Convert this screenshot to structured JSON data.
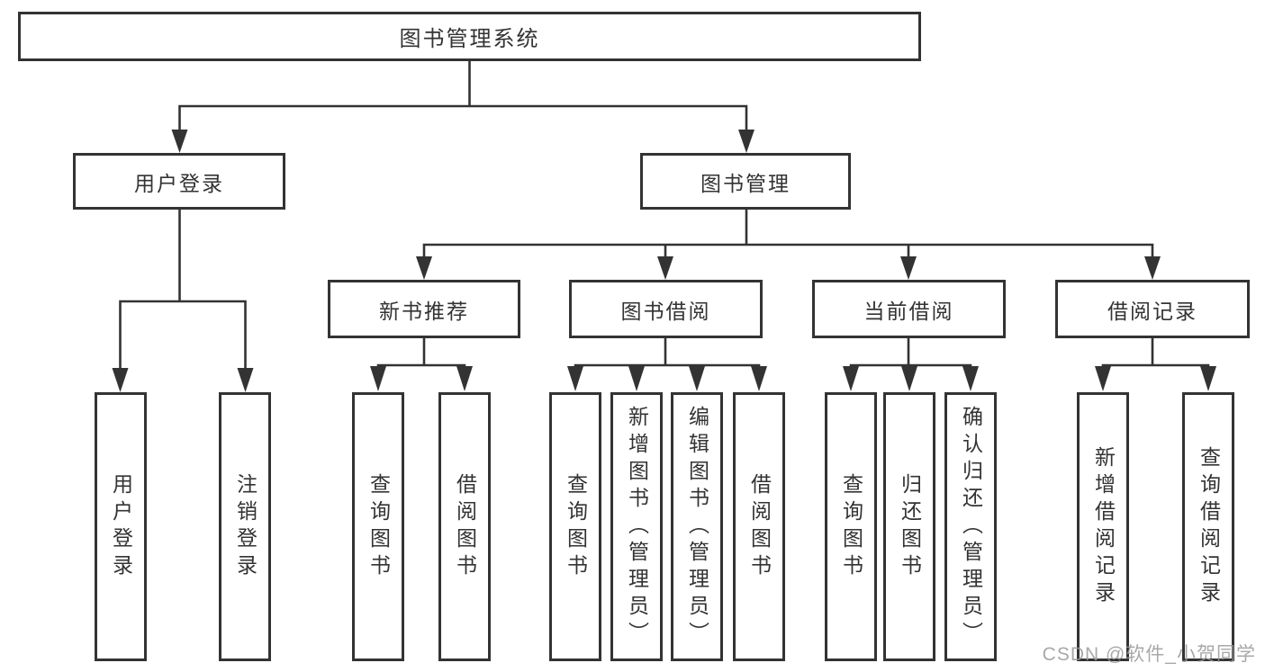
{
  "diagram": {
    "root": {
      "label": "图书管理系统"
    },
    "level2": [
      {
        "id": "user-login",
        "label": "用户登录",
        "children": [
          {
            "label": "用户登录"
          },
          {
            "label": "注销登录"
          }
        ]
      },
      {
        "id": "book-management",
        "label": "图书管理",
        "children": [
          {
            "id": "new-book-recommendation",
            "label": "新书推荐",
            "children": [
              {
                "label": "查询图书"
              },
              {
                "label": "借阅图书"
              }
            ]
          },
          {
            "id": "book-borrowing",
            "label": "图书借阅",
            "children": [
              {
                "label": "查询图书"
              },
              {
                "label": "新增图书（管理员）"
              },
              {
                "label": "编辑图书（管理员）"
              },
              {
                "label": "借阅图书"
              }
            ]
          },
          {
            "id": "current-borrowing",
            "label": "当前借阅",
            "children": [
              {
                "label": "查询图书"
              },
              {
                "label": "归还图书"
              },
              {
                "label": "确认归还（管理员）"
              }
            ]
          },
          {
            "id": "borrowing-records",
            "label": "借阅记录",
            "children": [
              {
                "label": "新增借阅记录"
              },
              {
                "label": "查询借阅记录"
              }
            ]
          }
        ]
      }
    ],
    "watermark": "CSDN @软件_小贺同学",
    "colors": {
      "line": "#333333",
      "text": "#333333",
      "watermark": "#9a9a9a",
      "background": "#ffffff"
    }
  }
}
